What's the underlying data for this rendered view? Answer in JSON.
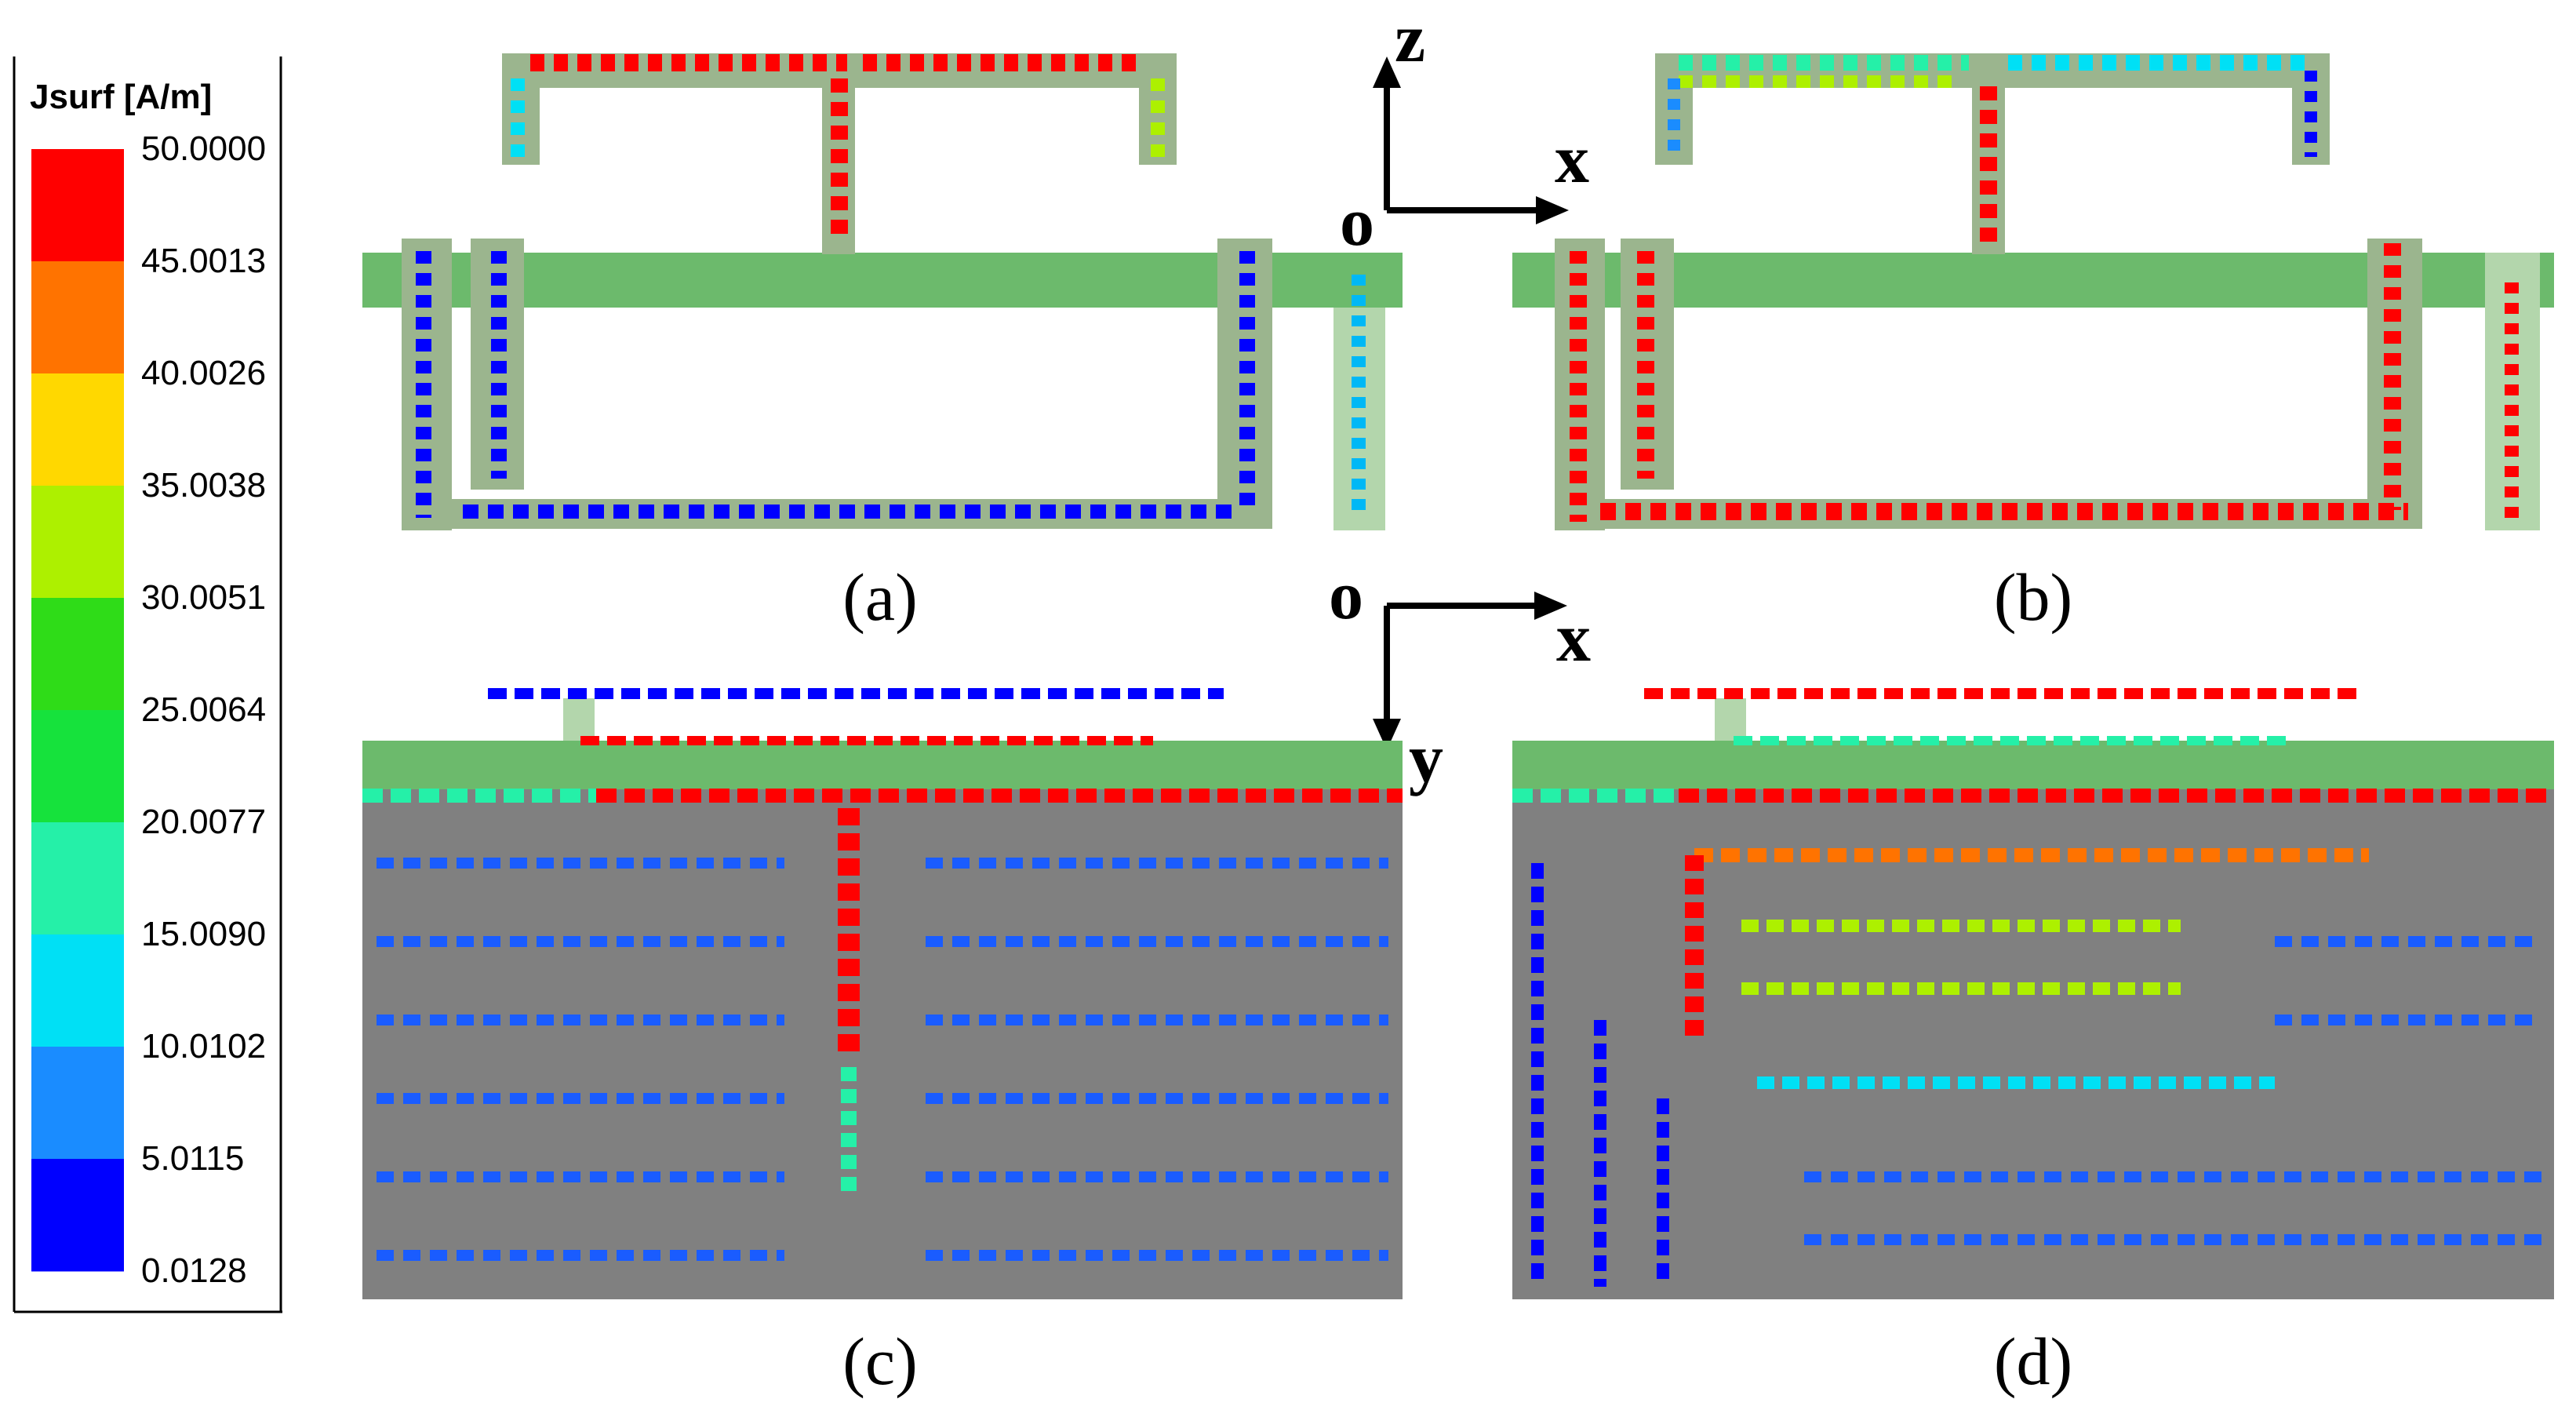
{
  "legend": {
    "title": "Jsurf [A/m]",
    "ticks": [
      "50.0000",
      "45.0013",
      "40.0026",
      "35.0038",
      "30.0051",
      "25.0064",
      "20.0077",
      "15.0090",
      "10.0102",
      "5.0115",
      "0.0128"
    ],
    "colors": [
      "#ff0000",
      "#ff7300",
      "#ffd800",
      "#adf000",
      "#2fdc18",
      "#16e23c",
      "#25f0a8",
      "#00e0f5",
      "#1a8cff",
      "#0000ff"
    ]
  },
  "panels": {
    "a": {
      "caption": "(a)"
    },
    "b": {
      "caption": "(b)"
    },
    "c": {
      "caption": "(c)"
    },
    "d": {
      "caption": "(d)"
    }
  },
  "axes_top": {
    "up": "z",
    "right": "x",
    "origin": "o"
  },
  "axes_bottom": {
    "right": "x",
    "down": "y",
    "origin": "o"
  },
  "colors": {
    "substrate": "#6cba6c",
    "metal": "#9bb58e",
    "pin": "#b3d6ac",
    "ground": "#808080"
  }
}
